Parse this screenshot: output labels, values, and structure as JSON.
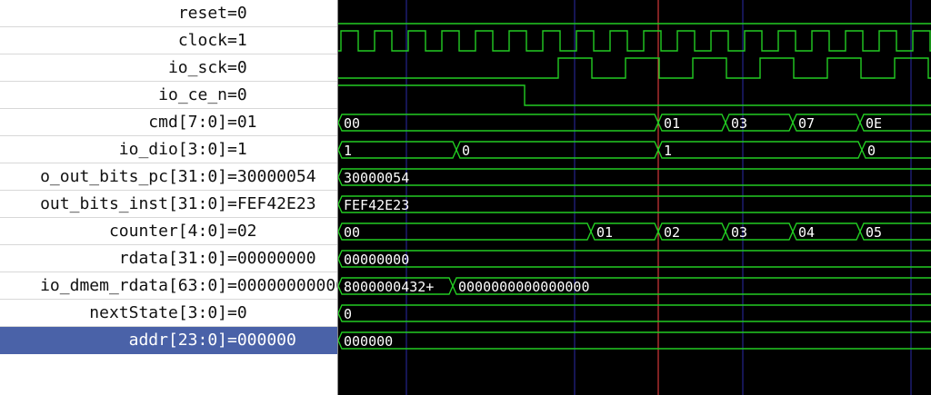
{
  "signals": [
    {
      "name": "reset",
      "value": "0"
    },
    {
      "name": "clock",
      "value": "1"
    },
    {
      "name": "io_sck",
      "value": "0"
    },
    {
      "name": "io_ce_n",
      "value": "0"
    },
    {
      "name": "cmd[7:0]",
      "value": "01"
    },
    {
      "name": "io_dio[3:0]",
      "value": "1"
    },
    {
      "name": "o_out_bits_pc[31:0]",
      "value": "30000054"
    },
    {
      "name": "out_bits_inst[31:0]",
      "value": "FEF42E23"
    },
    {
      "name": "counter[4:0]",
      "value": "02"
    },
    {
      "name": "rdata[31:0]",
      "value": "00000000"
    },
    {
      "name": "io_dmem_rdata[63:0]",
      "value": "00000000000"
    },
    {
      "name": "nextState[3:0]",
      "value": "0"
    },
    {
      "name": "addr[23:0]",
      "value": "000000",
      "selected": true
    }
  ],
  "bus_labels": {
    "cmd": [
      "00",
      "01",
      "03",
      "07",
      "0E"
    ],
    "io_dio": [
      "1",
      "0",
      "1",
      "0"
    ],
    "pc": [
      "30000054"
    ],
    "inst": [
      "FEF42E23"
    ],
    "counter": [
      "00",
      "01",
      "02",
      "03",
      "04",
      "05"
    ],
    "rdata": [
      "00000000"
    ],
    "dmem": [
      "8000000432+",
      "0000000000000000"
    ],
    "nextState": [
      "0"
    ],
    "addr": [
      "000000"
    ]
  },
  "colors": {
    "wave": "#22cc22",
    "background": "#000000",
    "grid": "#2a2aa8",
    "cursor": "#ff4444",
    "selection": "#4a62a8"
  }
}
